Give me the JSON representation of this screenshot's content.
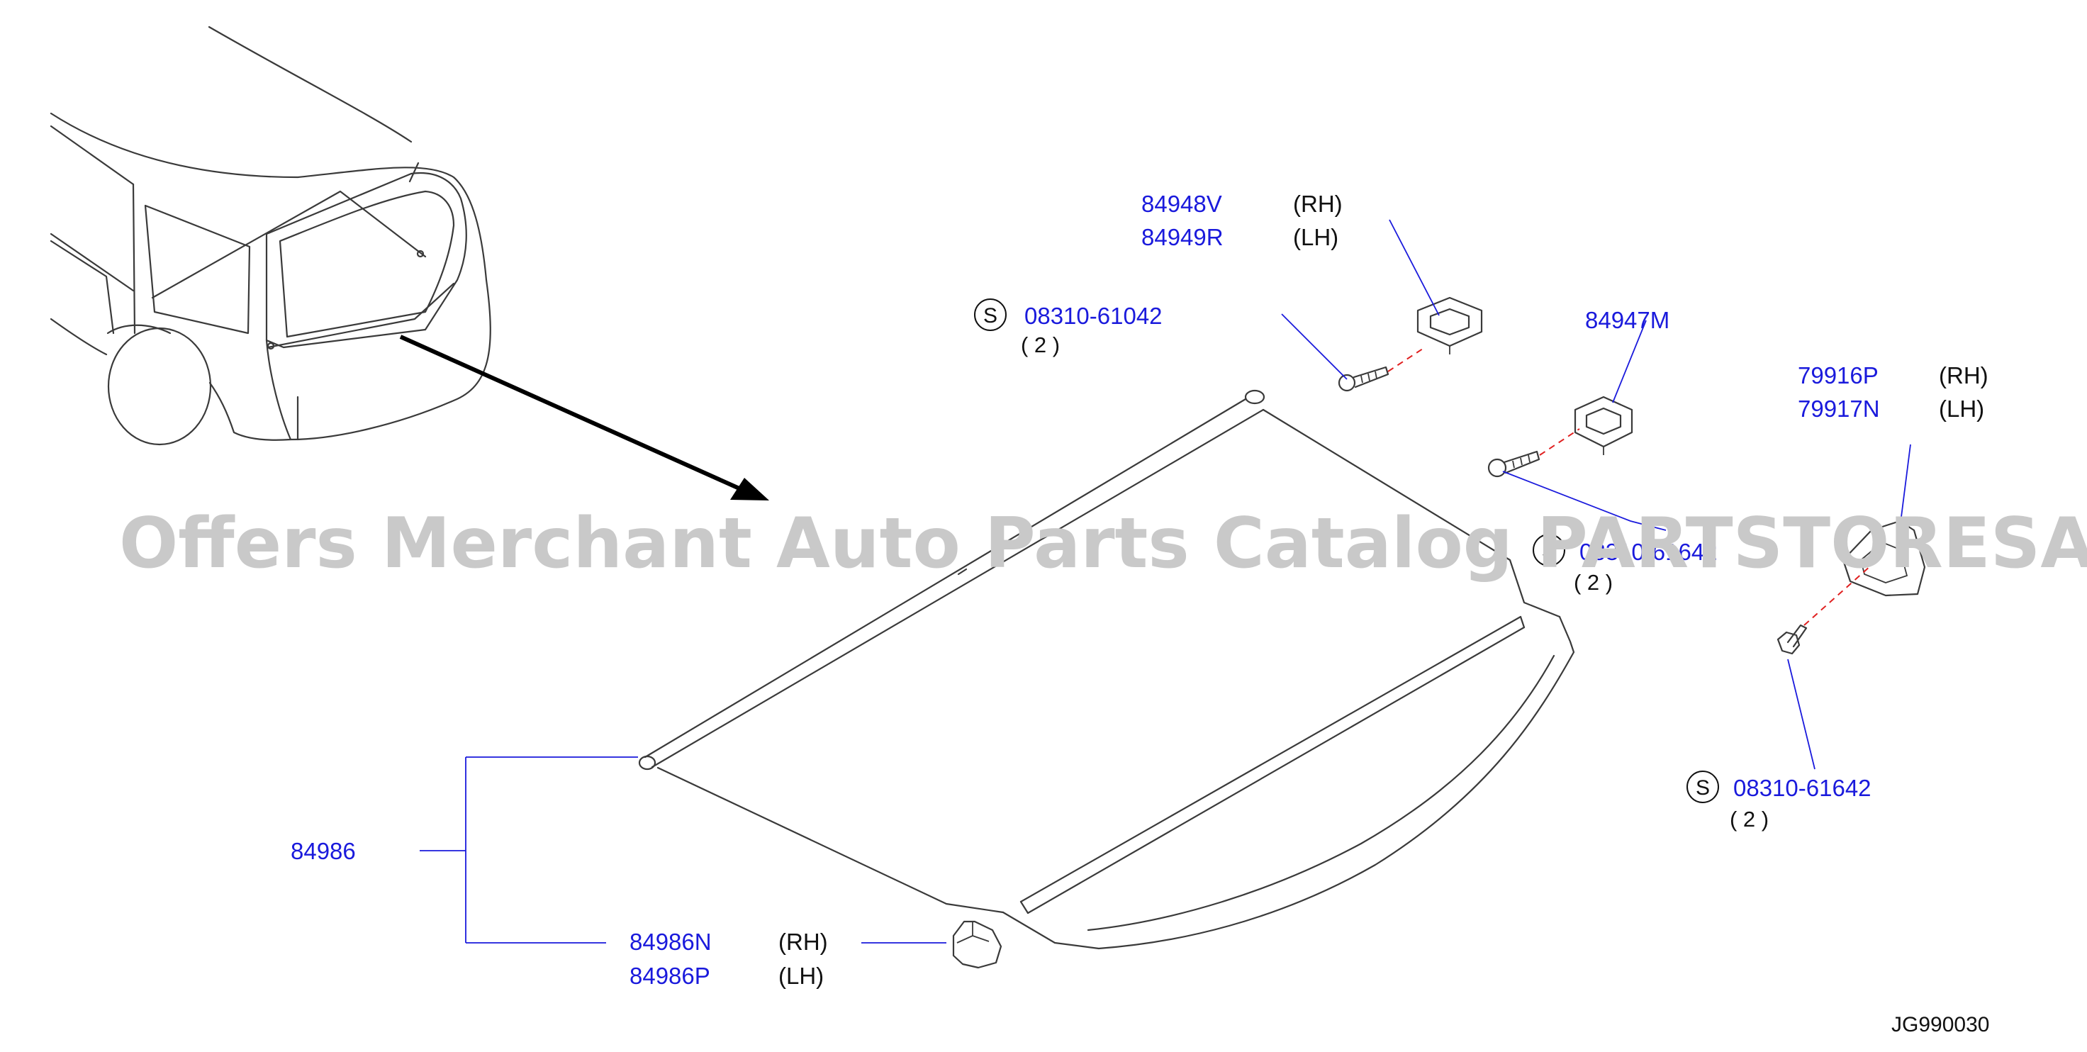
{
  "callouts": {
    "clip_upper": {
      "pn_rh": "84948V",
      "pn_lh": "84949R",
      "rh": "(RH)",
      "lh": "(LH)"
    },
    "screw_left": {
      "symbol": "S",
      "pn": "08310-61042",
      "qty": "( 2 )"
    },
    "clip_mid": {
      "pn": "84947M"
    },
    "bracket_right": {
      "pn_rh": "79916P",
      "pn_lh": "79917N",
      "rh": "(RH)",
      "lh": "(LH)"
    },
    "screw_mid": {
      "symbol": "S",
      "pn": "08310-61642",
      "qty": "( 2 )"
    },
    "screw_right": {
      "symbol": "S",
      "pn": "08310-61642",
      "qty": "( 2 )"
    },
    "cover_assembly": {
      "pn": "84986"
    },
    "end_cap": {
      "pn_rh": "84986N",
      "pn_lh": "84986P",
      "rh": "(RH)",
      "lh": "(LH)"
    }
  },
  "diagram_code": "JG990030",
  "watermark": "Offers Merchant Auto Parts Catalog PARTSTORESA",
  "colors": {
    "part_number": "#1a1adc",
    "leader": "#1a1adc",
    "dashed_guide": "#e02020",
    "drawing": "#3a3a3a",
    "watermark": "#c9c9c9"
  }
}
